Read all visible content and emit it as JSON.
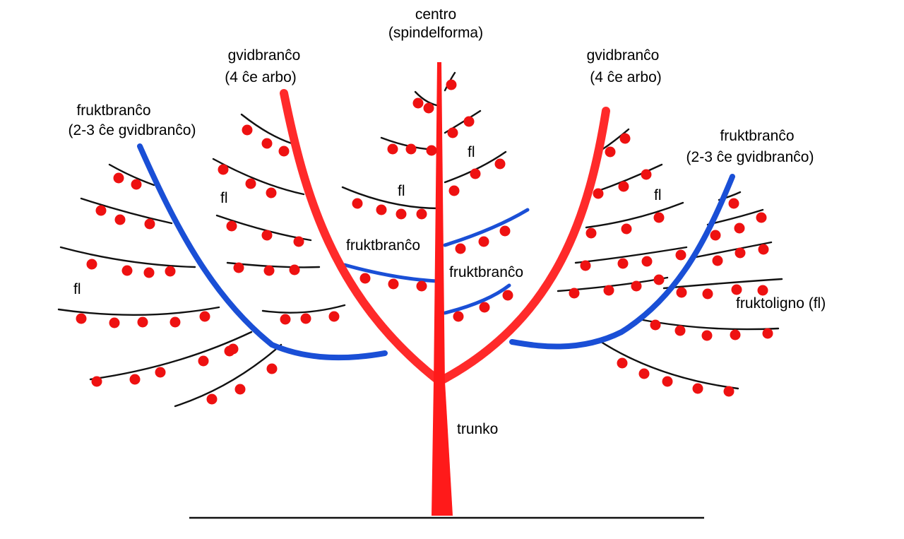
{
  "labels": {
    "center": [
      "centro",
      "(spindelforma)"
    ],
    "guide_left": [
      "gvidbranĉo",
      "(4 ĉe arbo)"
    ],
    "guide_right": [
      "gvidbranĉo",
      "(4 ĉe arbo)"
    ],
    "fruit_branch_outer_left": [
      "fruktbranĉo",
      "(2-3 ĉe gvidbranĉo)"
    ],
    "fruit_branch_outer_right": [
      "fruktbranĉo",
      "(2-3 ĉe gvidbranĉo)"
    ],
    "fruit_branch_inner_left": "fruktbranĉo",
    "fruit_branch_inner_right": "fruktbranĉo",
    "fruitwood": "fruktoligno (fl)",
    "fl": "fl",
    "trunk": "trunko"
  },
  "colors": {
    "trunk": "#ff1a1a",
    "guide_branch": "#ff2a2a",
    "fruit_branch": "#1a4fd6",
    "fruitwood_twig": "#111111",
    "fruit": "#ee1111",
    "ground": "#111111"
  }
}
